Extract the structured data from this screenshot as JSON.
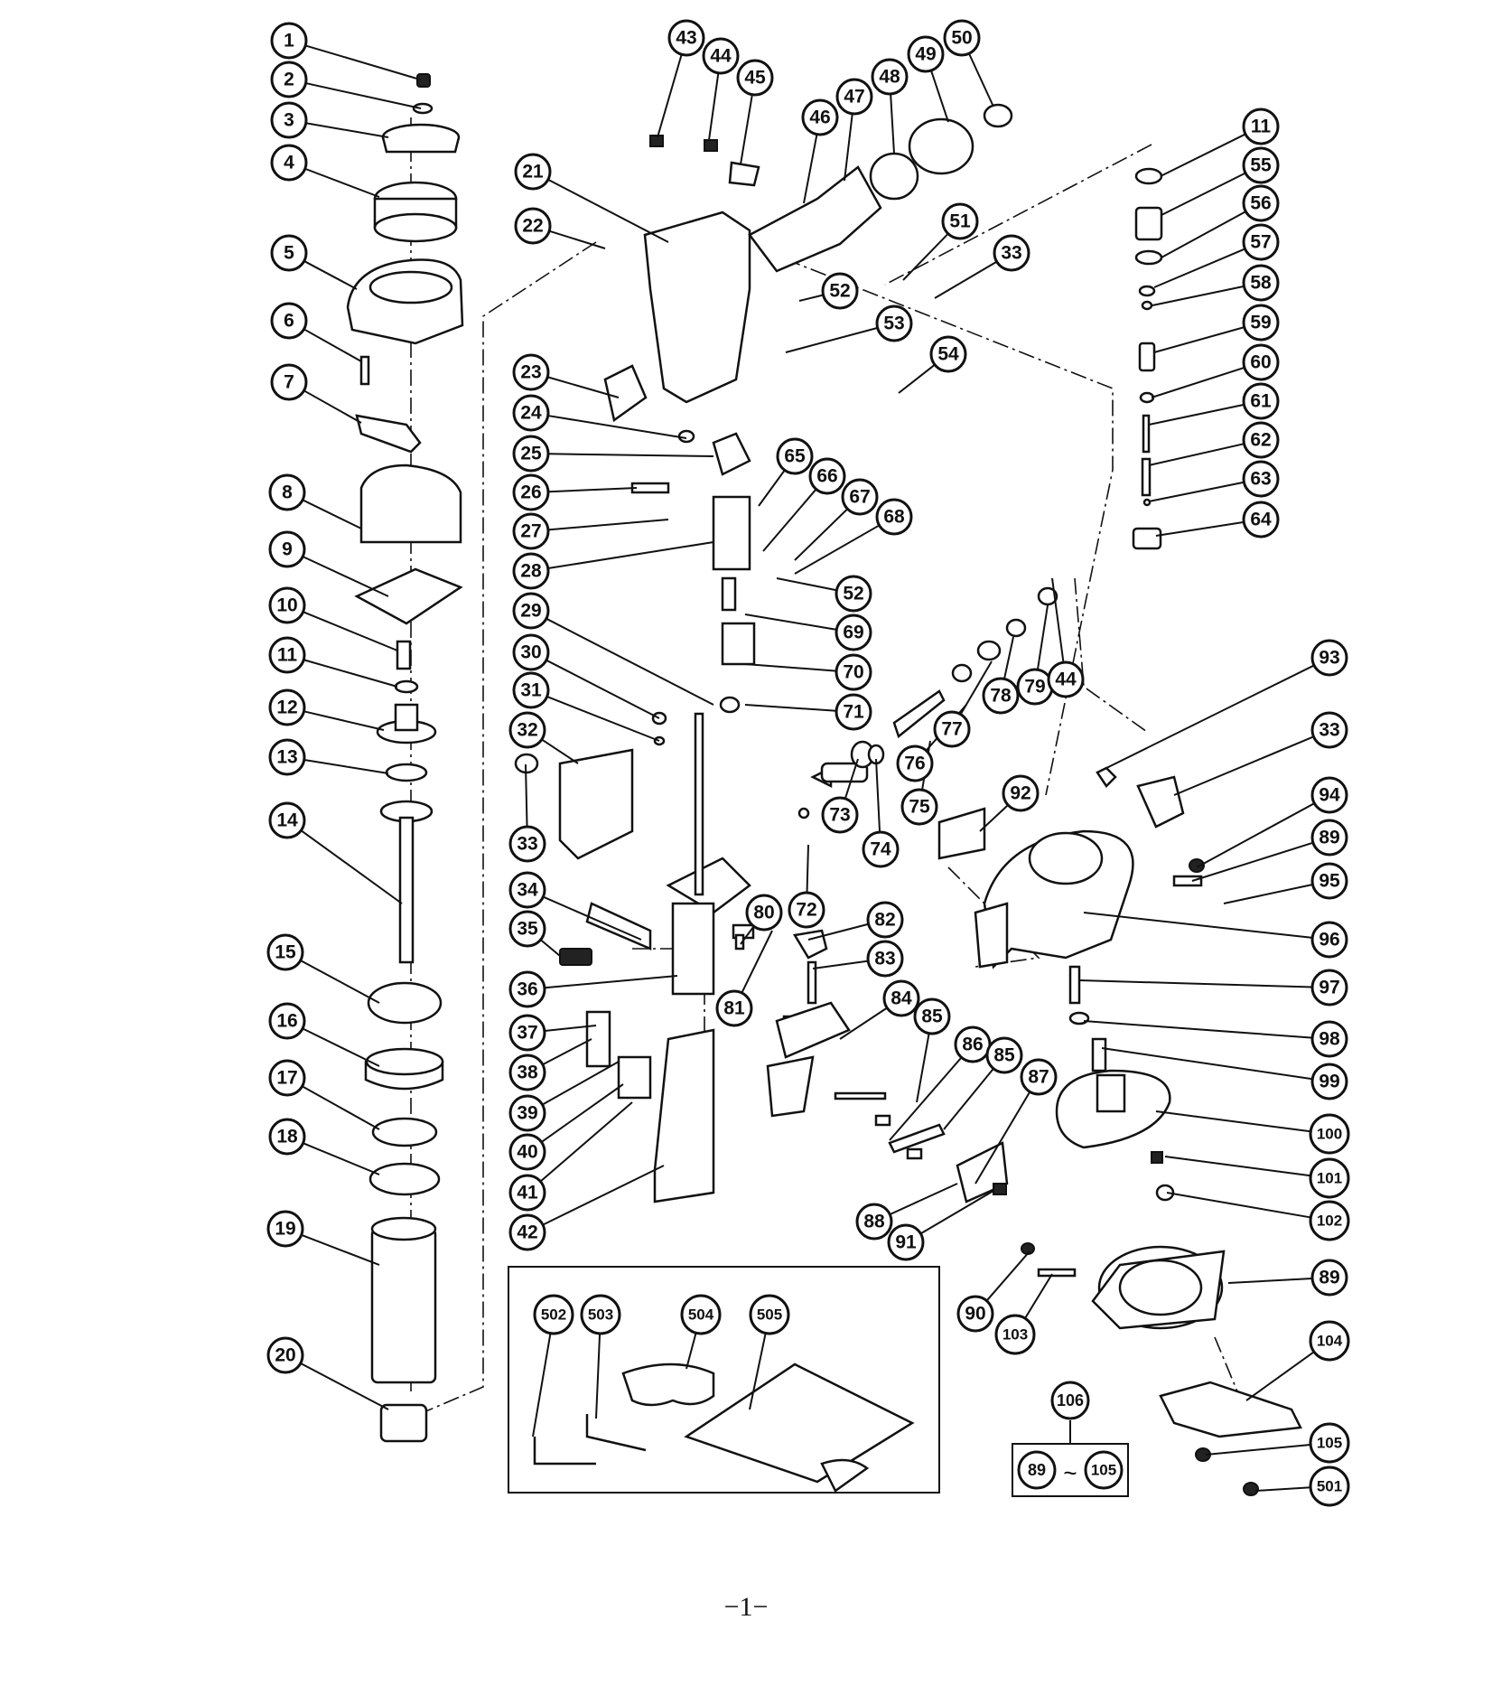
{
  "page_number": "−1−",
  "set_group": {
    "label": "106",
    "range_from": "89",
    "range_to": "105",
    "range_sep": "~"
  },
  "callouts": [
    "1",
    "2",
    "3",
    "4",
    "5",
    "6",
    "7",
    "8",
    "9",
    "10",
    "11",
    "12",
    "13",
    "14",
    "15",
    "16",
    "17",
    "18",
    "19",
    "20",
    "21",
    "22",
    "23",
    "24",
    "25",
    "26",
    "27",
    "28",
    "29",
    "30",
    "31",
    "32",
    "33",
    "34",
    "35",
    "36",
    "37",
    "38",
    "39",
    "40",
    "41",
    "42",
    "43",
    "44",
    "45",
    "46",
    "47",
    "48",
    "49",
    "50",
    "11",
    "55",
    "56",
    "57",
    "58",
    "59",
    "60",
    "61",
    "62",
    "63",
    "64",
    "51",
    "33",
    "52",
    "53",
    "54",
    "65",
    "66",
    "67",
    "68",
    "52",
    "69",
    "70",
    "71",
    "72",
    "73",
    "74",
    "75",
    "76",
    "77",
    "78",
    "79",
    "44",
    "80",
    "81",
    "82",
    "83",
    "84",
    "85",
    "86",
    "85",
    "87",
    "88",
    "91",
    "92",
    "93",
    "33",
    "94",
    "89",
    "95",
    "96",
    "97",
    "98",
    "99",
    "100",
    "101",
    "102",
    "89",
    "90",
    "103",
    "104",
    "105",
    "501",
    "502",
    "503",
    "504",
    "505"
  ]
}
